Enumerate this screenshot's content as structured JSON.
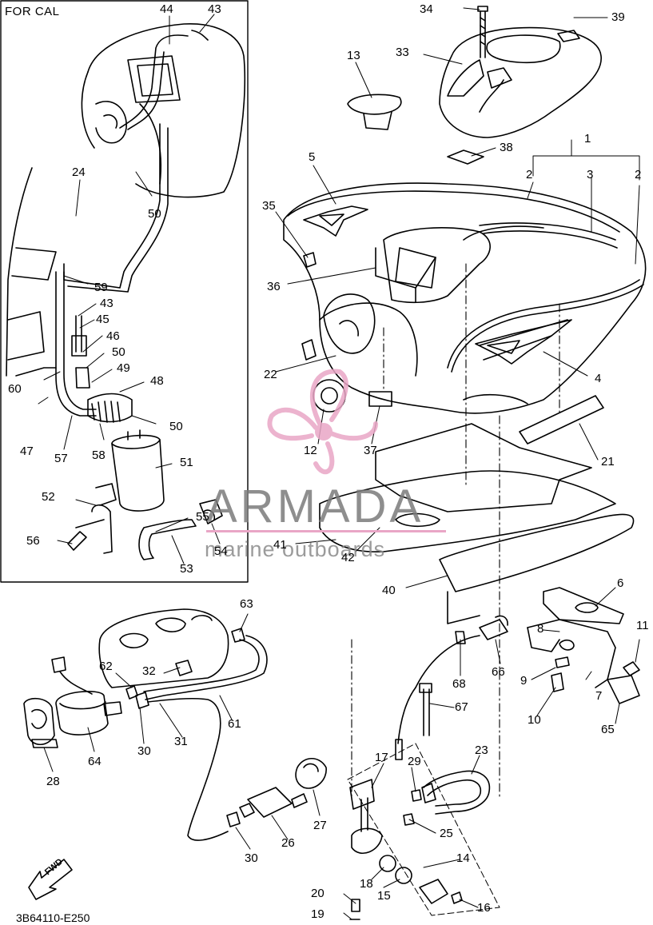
{
  "diagram": {
    "region_title": "FOR CAL",
    "drawing_code": "3B64110-E250",
    "fwd_label": "FWD",
    "watermark": {
      "word": "ARMADA",
      "subtitle": "marine outboards",
      "accent_color": "#e9a6c6",
      "text_color": "#7b7b7b"
    },
    "callouts": [
      {
        "id": "c44",
        "text": "44"
      },
      {
        "id": "c43a",
        "text": "43"
      },
      {
        "id": "c24",
        "text": "24"
      },
      {
        "id": "c50a",
        "text": "50"
      },
      {
        "id": "c59",
        "text": "59"
      },
      {
        "id": "c43b",
        "text": "43"
      },
      {
        "id": "c45",
        "text": "45"
      },
      {
        "id": "c46",
        "text": "46"
      },
      {
        "id": "c50b",
        "text": "50"
      },
      {
        "id": "c49",
        "text": "49"
      },
      {
        "id": "c48",
        "text": "48"
      },
      {
        "id": "c60",
        "text": "60"
      },
      {
        "id": "c47",
        "text": "47"
      },
      {
        "id": "c57",
        "text": "57"
      },
      {
        "id": "c58",
        "text": "58"
      },
      {
        "id": "c50c",
        "text": "50"
      },
      {
        "id": "c51",
        "text": "51"
      },
      {
        "id": "c52",
        "text": "52"
      },
      {
        "id": "c56",
        "text": "56"
      },
      {
        "id": "c55",
        "text": "55"
      },
      {
        "id": "c54",
        "text": "54"
      },
      {
        "id": "c53",
        "text": "53"
      },
      {
        "id": "c34",
        "text": "34"
      },
      {
        "id": "c39",
        "text": "39"
      },
      {
        "id": "c13",
        "text": "13"
      },
      {
        "id": "c33",
        "text": "33"
      },
      {
        "id": "c38",
        "text": "38"
      },
      {
        "id": "c1",
        "text": "1"
      },
      {
        "id": "c2a",
        "text": "2"
      },
      {
        "id": "c3",
        "text": "3"
      },
      {
        "id": "c2b",
        "text": "2"
      },
      {
        "id": "c5",
        "text": "5"
      },
      {
        "id": "c35",
        "text": "35"
      },
      {
        "id": "c36",
        "text": "36"
      },
      {
        "id": "c22",
        "text": "22"
      },
      {
        "id": "c4",
        "text": "4"
      },
      {
        "id": "c12",
        "text": "12"
      },
      {
        "id": "c37",
        "text": "37"
      },
      {
        "id": "c21",
        "text": "21"
      },
      {
        "id": "c41",
        "text": "41"
      },
      {
        "id": "c42",
        "text": "42"
      },
      {
        "id": "c40",
        "text": "40"
      },
      {
        "id": "c6",
        "text": "6"
      },
      {
        "id": "c11",
        "text": "11"
      },
      {
        "id": "c8",
        "text": "8"
      },
      {
        "id": "c9",
        "text": "9"
      },
      {
        "id": "c10",
        "text": "10"
      },
      {
        "id": "c7",
        "text": "7"
      },
      {
        "id": "c65",
        "text": "65"
      },
      {
        "id": "c63",
        "text": "63"
      },
      {
        "id": "c62",
        "text": "62"
      },
      {
        "id": "c32",
        "text": "32"
      },
      {
        "id": "c61",
        "text": "61"
      },
      {
        "id": "c30a",
        "text": "30"
      },
      {
        "id": "c31",
        "text": "31"
      },
      {
        "id": "c64",
        "text": "64"
      },
      {
        "id": "c28",
        "text": "28"
      },
      {
        "id": "c68",
        "text": "68"
      },
      {
        "id": "c66",
        "text": "66"
      },
      {
        "id": "c67",
        "text": "67"
      },
      {
        "id": "c17",
        "text": "17"
      },
      {
        "id": "c29",
        "text": "29"
      },
      {
        "id": "c23",
        "text": "23"
      },
      {
        "id": "c27",
        "text": "27"
      },
      {
        "id": "c26",
        "text": "26"
      },
      {
        "id": "c30b",
        "text": "30"
      },
      {
        "id": "c25",
        "text": "25"
      },
      {
        "id": "c14",
        "text": "14"
      },
      {
        "id": "c18",
        "text": "18"
      },
      {
        "id": "c15",
        "text": "15"
      },
      {
        "id": "c16",
        "text": "16"
      },
      {
        "id": "c20",
        "text": "20"
      },
      {
        "id": "c19",
        "text": "19"
      }
    ]
  }
}
